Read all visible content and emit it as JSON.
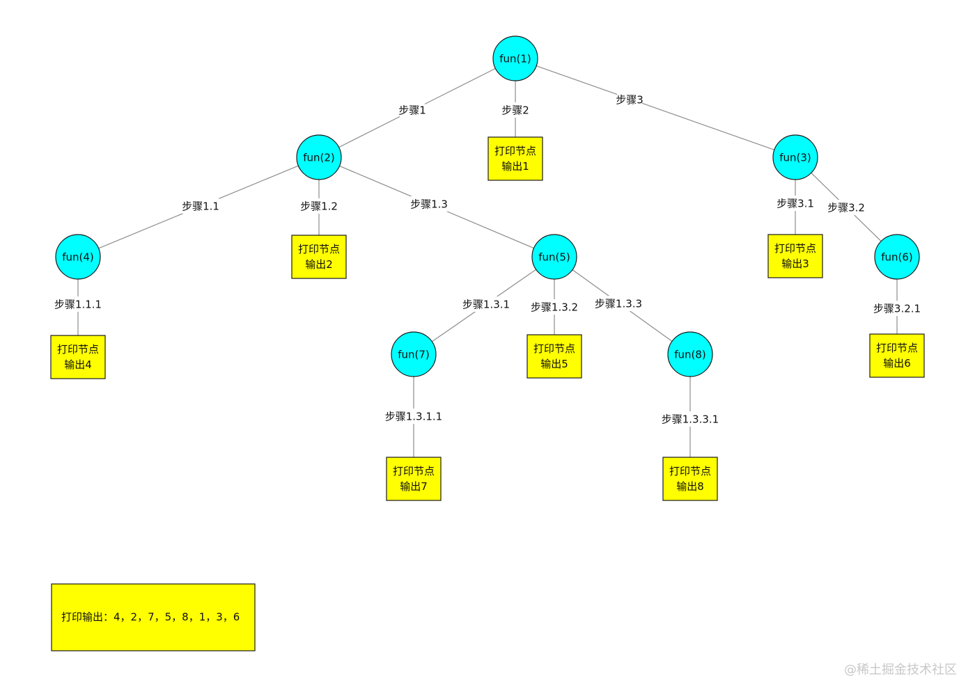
{
  "fn_nodes": [
    {
      "id": "f1",
      "label": "fun(1)"
    },
    {
      "id": "f2",
      "label": "fun(2)"
    },
    {
      "id": "f3",
      "label": "fun(3)"
    },
    {
      "id": "f4",
      "label": "fun(4)"
    },
    {
      "id": "f5",
      "label": "fun(5)"
    },
    {
      "id": "f6",
      "label": "fun(6)"
    },
    {
      "id": "f7",
      "label": "fun(7)"
    },
    {
      "id": "f8",
      "label": "fun(8)"
    }
  ],
  "print_nodes": [
    {
      "id": "p1",
      "lines": [
        "打印节点",
        "输出1"
      ]
    },
    {
      "id": "p2",
      "lines": [
        "打印节点",
        "输出2"
      ]
    },
    {
      "id": "p3",
      "lines": [
        "打印节点",
        "输出3"
      ]
    },
    {
      "id": "p4",
      "lines": [
        "打印节点",
        "输出4"
      ]
    },
    {
      "id": "p5",
      "lines": [
        "打印节点",
        "输出5"
      ]
    },
    {
      "id": "p6",
      "lines": [
        "打印节点",
        "输出6"
      ]
    },
    {
      "id": "p7",
      "lines": [
        "打印节点",
        "输出7"
      ]
    },
    {
      "id": "p8",
      "lines": [
        "打印节点",
        "输出8"
      ]
    }
  ],
  "edges": [
    {
      "id": "e1",
      "from": "f1",
      "to": "f2",
      "label": "步骤1"
    },
    {
      "id": "e2",
      "from": "f1",
      "to": "p1",
      "label": "步骤2"
    },
    {
      "id": "e3",
      "from": "f1",
      "to": "f3",
      "label": "步骤3"
    },
    {
      "id": "e11",
      "from": "f2",
      "to": "f4",
      "label": "步骤1.1"
    },
    {
      "id": "e12",
      "from": "f2",
      "to": "p2",
      "label": "步骤1.2"
    },
    {
      "id": "e13",
      "from": "f2",
      "to": "f5",
      "label": "步骤1.3"
    },
    {
      "id": "e111",
      "from": "f4",
      "to": "p4",
      "label": "步骤1.1.1"
    },
    {
      "id": "e131",
      "from": "f5",
      "to": "f7",
      "label": "步骤1.3.1"
    },
    {
      "id": "e132",
      "from": "f5",
      "to": "p5",
      "label": "步骤1.3.2"
    },
    {
      "id": "e133",
      "from": "f5",
      "to": "f8",
      "label": "步骤1.3.3"
    },
    {
      "id": "e1311",
      "from": "f7",
      "to": "p7",
      "label": "步骤1.3.1.1"
    },
    {
      "id": "e1331",
      "from": "f8",
      "to": "p8",
      "label": "步骤1.3.3.1"
    },
    {
      "id": "e31",
      "from": "f3",
      "to": "p3",
      "label": "步骤3.1"
    },
    {
      "id": "e32",
      "from": "f3",
      "to": "f6",
      "label": "步骤3.2"
    },
    {
      "id": "e321",
      "from": "f6",
      "to": "p6",
      "label": "步骤3.2.1"
    }
  ],
  "summary": {
    "text": "打印输出：4，2，7，5，8，1，3，6"
  },
  "watermark": "@稀土掘金技术社区",
  "colors": {
    "fn_node": "#00ffff",
    "print_node": "#ffff00",
    "edge": "#8c8c8c"
  }
}
